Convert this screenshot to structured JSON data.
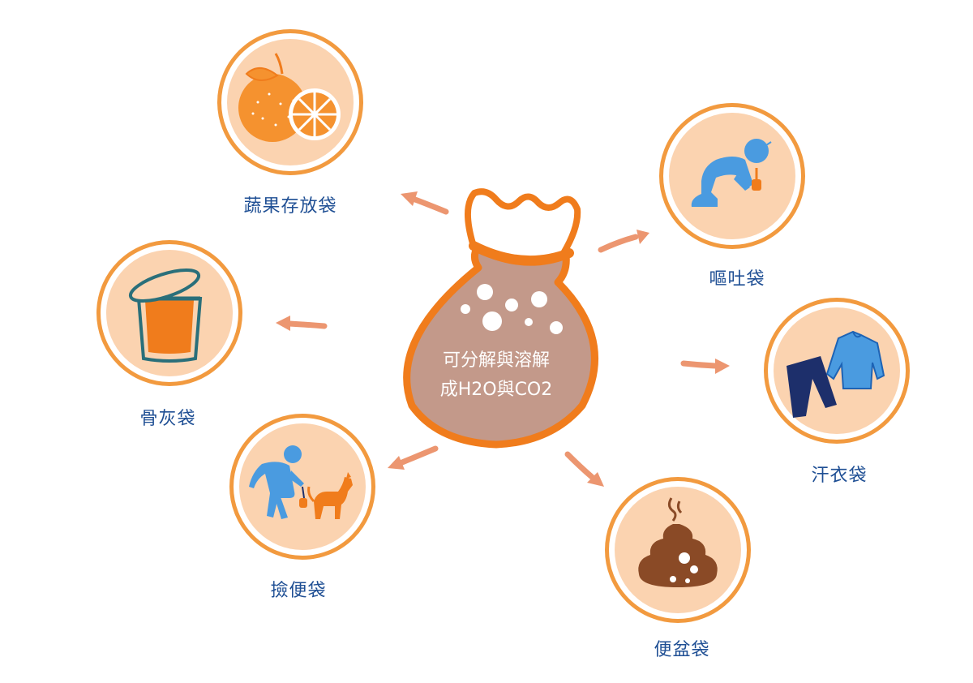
{
  "center": {
    "line1": "可分解與溶解",
    "line2": "成H2O與CO2"
  },
  "nodes": [
    {
      "id": "fruit",
      "label": "蔬果存放袋",
      "icon": "oranges-icon"
    },
    {
      "id": "urn",
      "label": "骨灰袋",
      "icon": "urn-icon"
    },
    {
      "id": "dog",
      "label": "撿便袋",
      "icon": "dog-walker-icon"
    },
    {
      "id": "vomit",
      "label": "嘔吐袋",
      "icon": "vomiting-person-icon"
    },
    {
      "id": "clothes",
      "label": "汗衣袋",
      "icon": "clothes-icon"
    },
    {
      "id": "poop",
      "label": "便盆袋",
      "icon": "poop-icon"
    }
  ],
  "colors": {
    "ring": "#f29a3f",
    "disc": "#fbd3b0",
    "orange": "#f07c1c",
    "bag_fill": "#c3998a",
    "arrow": "#ec9670",
    "label": "#1f4f94",
    "blue": "#4a9be0",
    "navy": "#1d2f6b",
    "brown": "#8a4a26"
  }
}
